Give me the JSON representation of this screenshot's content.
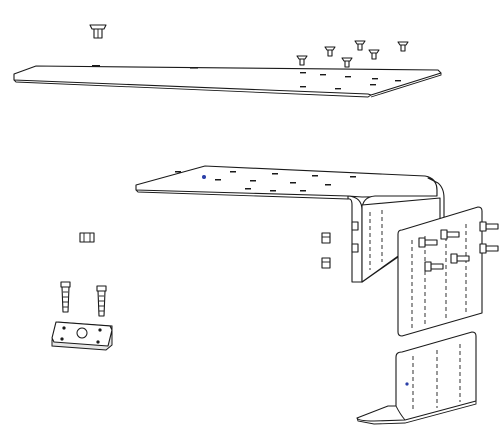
{
  "colors": {
    "line": "#1a1a1a",
    "paper": "#ffffff",
    "shade": "#e6e6e6",
    "accent": "#2b3fa8"
  },
  "parts": {
    "top_screws": 7,
    "rail_bolts": 6,
    "nuts": 3,
    "anchors": 2
  }
}
